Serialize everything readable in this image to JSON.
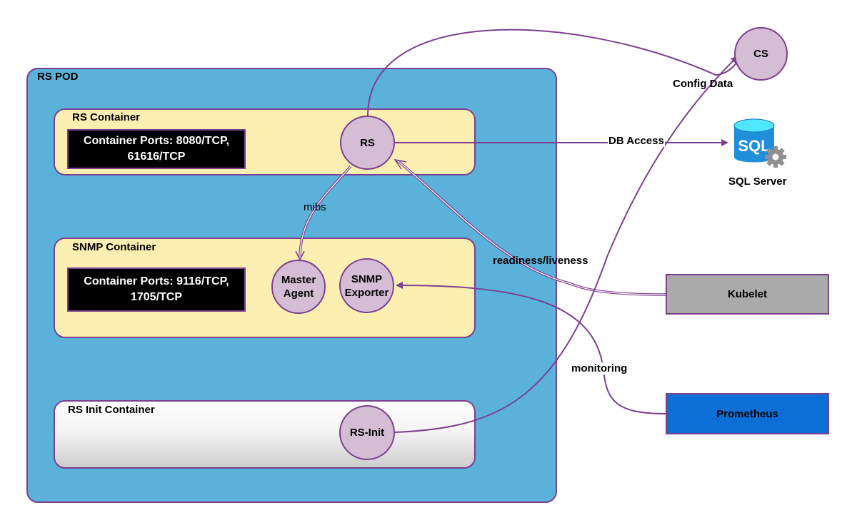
{
  "pod": {
    "title": "RS POD"
  },
  "rs_container": {
    "title": "RS Container",
    "ports": [
      "Container Ports: 8080/TCP,",
      "61616/TCP"
    ],
    "node": "RS"
  },
  "snmp_container": {
    "title": "SNMP Container",
    "ports": [
      "Container Ports: 9116/TCP,",
      "1705/TCP"
    ],
    "master_agent": [
      "Master",
      "Agent"
    ],
    "snmp_exporter": [
      "SNMP",
      "Exporter"
    ]
  },
  "init_container": {
    "title": "RS Init Container",
    "node": "RS-Init"
  },
  "external": {
    "cs": "CS",
    "sql_server": "SQL Server",
    "kubelet": "Kubelet",
    "prometheus": "Prometheus"
  },
  "edges": {
    "config_data": "Config Data",
    "db_access": "DB Access",
    "mibs": "mibs",
    "readiness": "readiness/liveness",
    "monitoring": "monitoring"
  },
  "colors": {
    "pod": "#5ab2da",
    "container": "#fdeeb1",
    "node": "#d6bdd6",
    "border": "#7d3f8f",
    "kubelet": "#aaaaaa",
    "prometheus": "#0b6fd6",
    "sql_blue": "#1f8fdc"
  },
  "icons": {
    "sql": "sql-server-icon",
    "gear": "gear-icon"
  }
}
